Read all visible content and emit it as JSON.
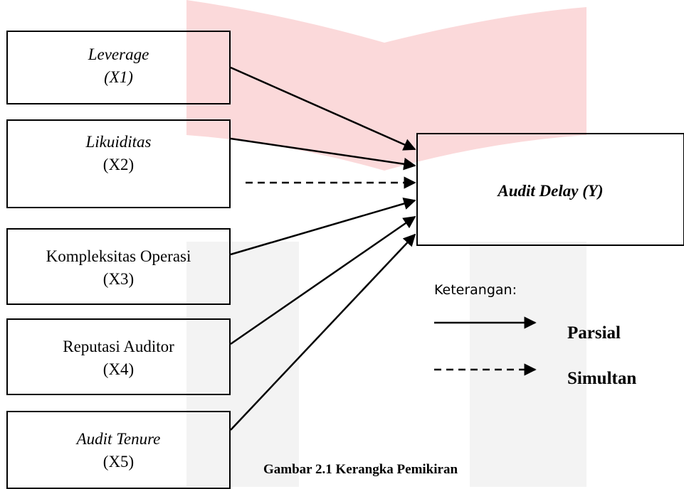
{
  "nodes": [
    {
      "id": "x1",
      "line1": "Leverage",
      "line2": "(X1)",
      "italic1": true,
      "italic2": true
    },
    {
      "id": "x2",
      "line1": "Likuiditas",
      "line2": "(X2)",
      "italic1": true,
      "italic2": false
    },
    {
      "id": "x3",
      "line1": "Kompleksitas Operasi",
      "line2": "(X3)",
      "italic1": false,
      "italic2": false
    },
    {
      "id": "x4",
      "line1": "Reputasi Auditor",
      "line2": "(X4)",
      "italic1": false,
      "italic2": false
    },
    {
      "id": "x5",
      "line1": "Audit Tenure",
      "line2": "(X5)",
      "italic1": true,
      "italic2": false
    }
  ],
  "target": {
    "label": "Audit Delay (Y)"
  },
  "legend": {
    "title": "Keterangan:",
    "items": [
      {
        "style": "solid",
        "label": "Parsial"
      },
      {
        "style": "dashed",
        "label": "Simultan"
      }
    ]
  },
  "caption": "Gambar 2.1 Kerangka Pemikiran",
  "watermark_colors": {
    "red": "#fbd9da",
    "gray": "#f1f1f1"
  }
}
